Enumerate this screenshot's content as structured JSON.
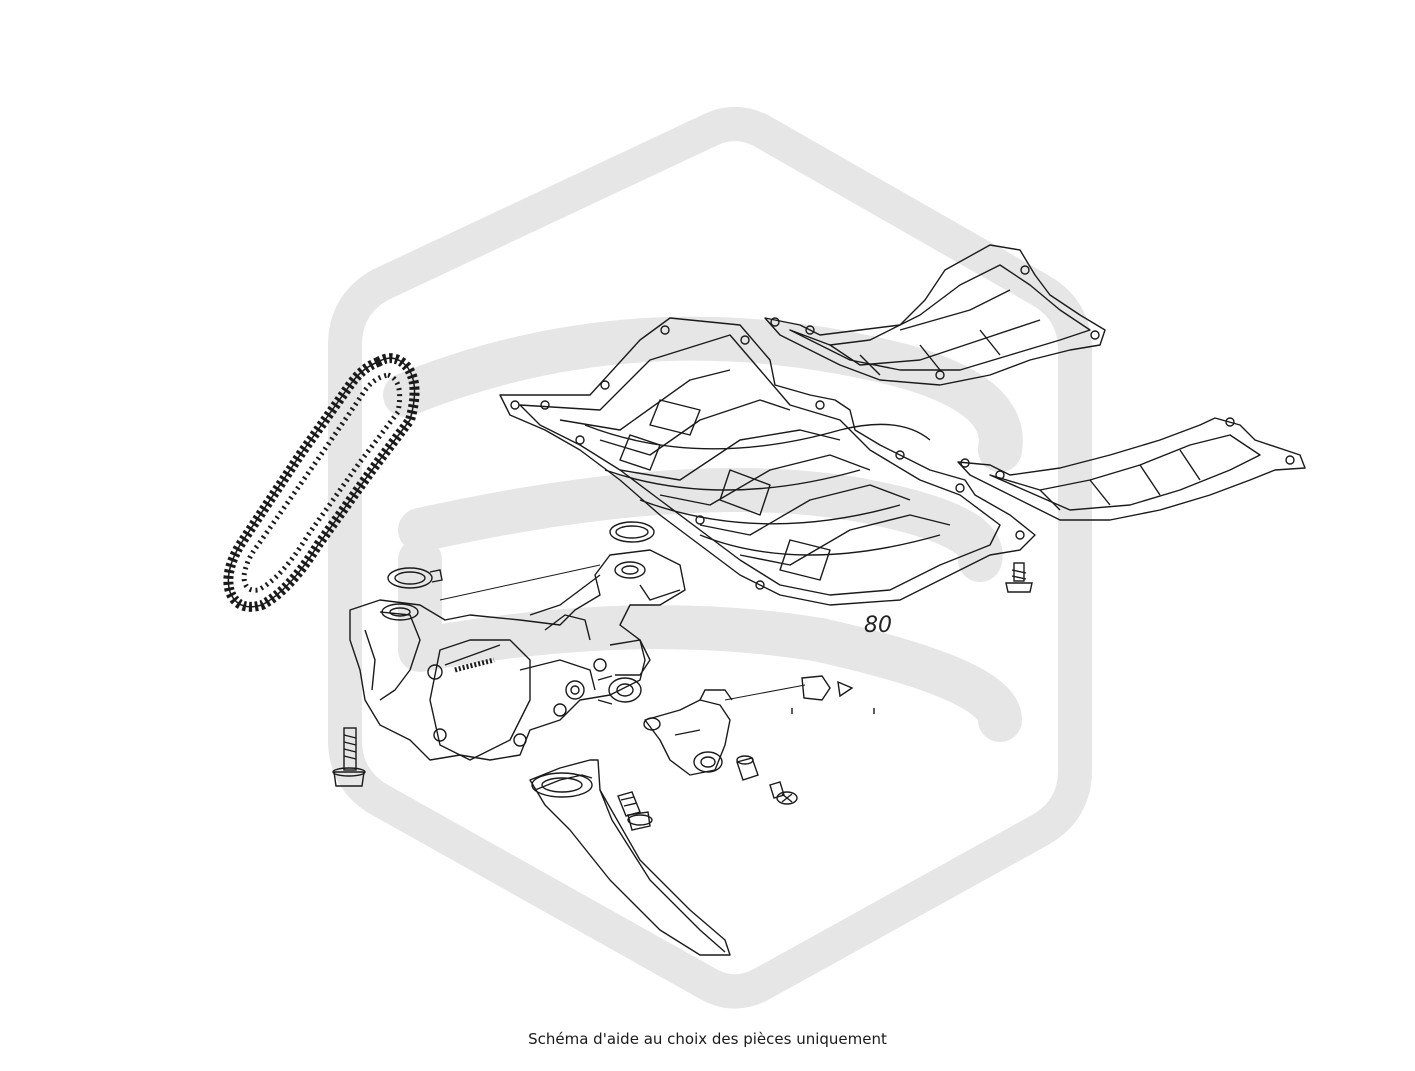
{
  "diagram": {
    "part_labels": [
      {
        "id": "80",
        "text": "80"
      }
    ],
    "caption": "Schéma d'aide au choix des pièces uniquement",
    "colors": {
      "line": "#1a1a1a",
      "watermark": "#e6e6e6",
      "background": "#ffffff"
    },
    "watermark_icon": "hexagon-s-logo"
  }
}
